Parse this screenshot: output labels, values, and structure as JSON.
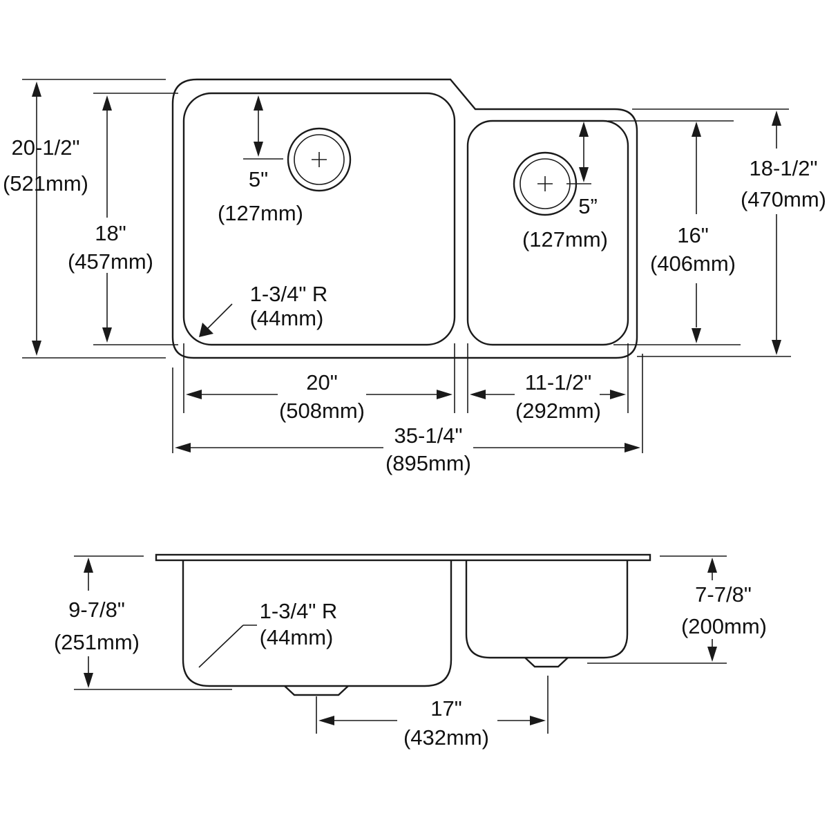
{
  "top_view": {
    "overall_depth": {
      "in": "20-1/2\"",
      "mm": "(521mm)"
    },
    "large_bowl_depth": {
      "in": "18\"",
      "mm": "(457mm)"
    },
    "large_drain_offset": {
      "in": "5\"",
      "mm": "(127mm)"
    },
    "small_drain_offset": {
      "in": "5”",
      "mm": "(127mm)"
    },
    "small_bowl_depth": {
      "in": "16\"",
      "mm": "(406mm)"
    },
    "right_depth": {
      "in": "18-1/2\"",
      "mm": "(470mm)"
    },
    "corner_radius": {
      "in": "1-3/4\" R",
      "mm": "(44mm)"
    },
    "large_bowl_width": {
      "in": "20\"",
      "mm": "(508mm)"
    },
    "small_bowl_width": {
      "in": "11-1/2\"",
      "mm": "(292mm)"
    },
    "overall_width": {
      "in": "35-1/4\"",
      "mm": "(895mm)"
    }
  },
  "side_view": {
    "large_bowl_height": {
      "in": "9-7/8\"",
      "mm": "(251mm)"
    },
    "corner_radius": {
      "in": "1-3/4\" R",
      "mm": "(44mm)"
    },
    "small_bowl_height": {
      "in": "7-7/8\"",
      "mm": "(200mm)"
    },
    "drain_spacing": {
      "in": "17\"",
      "mm": "(432mm)"
    }
  }
}
